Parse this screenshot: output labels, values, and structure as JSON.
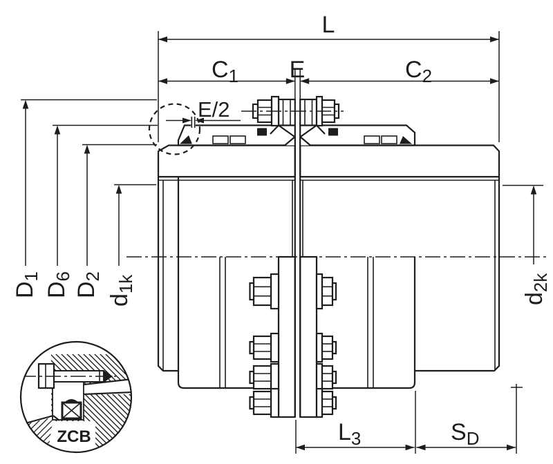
{
  "dwg": {
    "title": "gear coupling sectional dimension drawing",
    "labels": {
      "L": {
        "b": "L",
        "s": ""
      },
      "C1": {
        "b": "C",
        "s": "1"
      },
      "E": {
        "b": "E",
        "s": ""
      },
      "C2": {
        "b": "C",
        "s": "2"
      },
      "E2": {
        "b": "E/2",
        "s": ""
      },
      "D1": {
        "b": "D",
        "s": "1"
      },
      "D6": {
        "b": "D",
        "s": "6"
      },
      "D2": {
        "b": "D",
        "s": "2"
      },
      "d1k": {
        "b": "d",
        "s": "1k"
      },
      "d2k": {
        "b": "d",
        "s": "2k"
      },
      "L3": {
        "b": "L",
        "s": "3"
      },
      "SD": {
        "b": "S",
        "s": "D"
      },
      "detail": {
        "b": "ZCB",
        "s": ""
      }
    },
    "colors": {
      "line": "#1d1d1b",
      "bg": "#ffffff"
    }
  }
}
